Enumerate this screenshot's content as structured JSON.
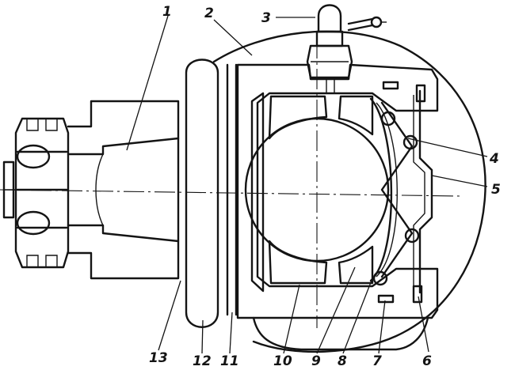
{
  "figure": {
    "callouts": [
      {
        "id": "c1",
        "label": "1"
      },
      {
        "id": "c2",
        "label": "2"
      },
      {
        "id": "c3",
        "label": "3"
      },
      {
        "id": "c4",
        "label": "4"
      },
      {
        "id": "c5",
        "label": "5"
      },
      {
        "id": "c6",
        "label": "6"
      },
      {
        "id": "c7",
        "label": "7"
      },
      {
        "id": "c8",
        "label": "8"
      },
      {
        "id": "c9",
        "label": "9"
      },
      {
        "id": "c10",
        "label": "10"
      },
      {
        "id": "c11",
        "label": "11"
      },
      {
        "id": "c12",
        "label": "12"
      },
      {
        "id": "c13",
        "label": "13"
      }
    ]
  }
}
